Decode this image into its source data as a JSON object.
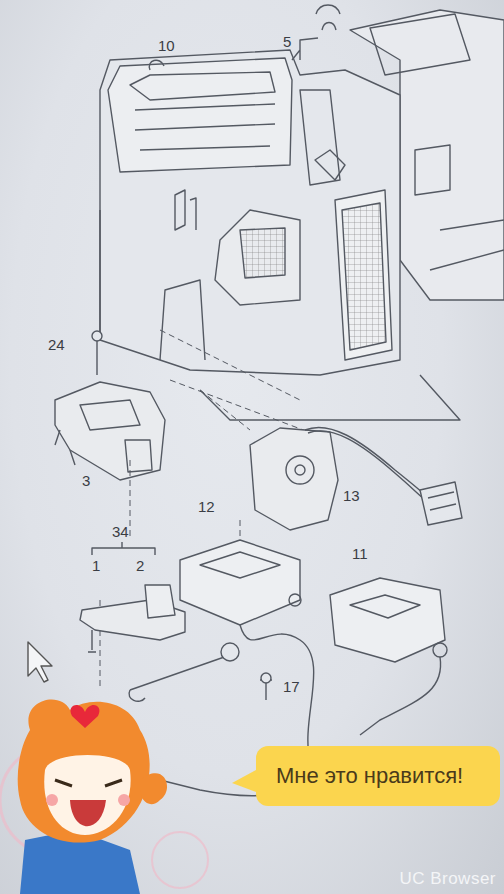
{
  "diagram": {
    "nodes": [
      {
        "text": [
          "Мне это нравится!"
        ]
      }
    ],
    "labels": [
      "10",
      "5",
      "24",
      "3",
      "13",
      "34",
      "1",
      "2",
      "12",
      "11",
      "17",
      "UC Browser"
    ]
  }
}
